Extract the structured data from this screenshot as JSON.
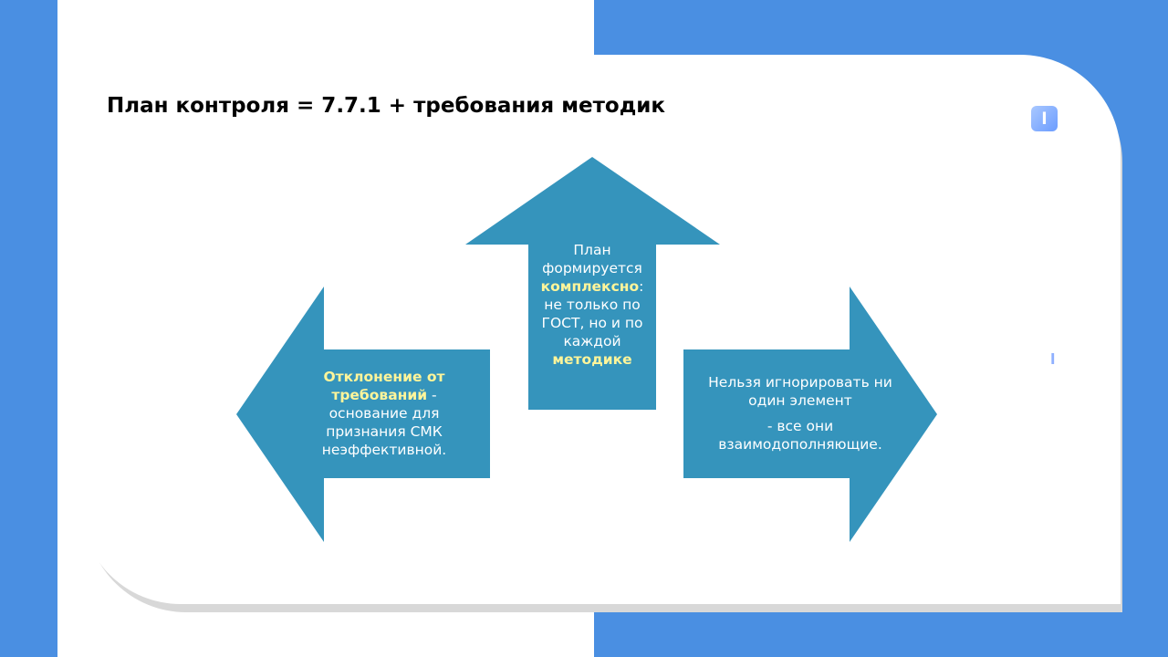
{
  "slide": {
    "title": "План контроля = 7.7.1 + требования методик",
    "logo_glyph": "l",
    "logo_small_glyph": "l"
  },
  "diagram": {
    "up": {
      "text1": "План формируется ",
      "highlight1": "комплексно",
      "text2": ": не только по ГОСТ, но и по каждой ",
      "highlight2": "методике"
    },
    "left": {
      "highlight": "Отклонение от требований",
      "text": " - основание для признания СМК неэффективной."
    },
    "right": {
      "line1": "Нельзя игнорировать ни один элемент",
      "line2": "- все они взаимодополняющие."
    }
  },
  "colors": {
    "blue_background": "#4a8fe2",
    "arrow_fill": "#3594bc",
    "highlight_text": "#fff59a",
    "text_white": "#ffffff"
  }
}
